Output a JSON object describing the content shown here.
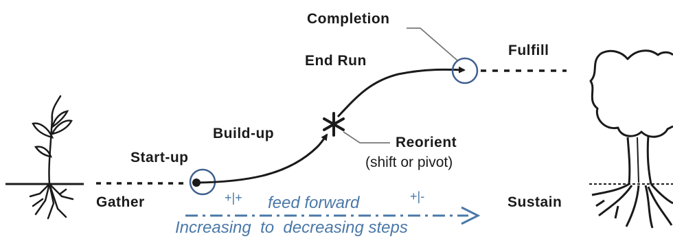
{
  "labels": {
    "completion": "Completion",
    "fulfill": "Fulfill",
    "end_run": "End Run",
    "build_up": "Build-up",
    "start_up": "Start-up",
    "reorient": "Reorient",
    "reorient_note": "(shift or pivot)",
    "gather": "Gather",
    "sustain": "Sustain",
    "sign_left": "+|+",
    "feed_forward": "feed forward",
    "sign_right": "+|-",
    "steps": "Increasing  to  decreasing steps"
  },
  "icons": {
    "left": "seedling-icon",
    "right": "tree-icon",
    "pivot": "asterisk-icon"
  },
  "colors": {
    "ink": "#1a1a1a",
    "accent": "#4a78a8",
    "circle": "#3f5f8f"
  }
}
